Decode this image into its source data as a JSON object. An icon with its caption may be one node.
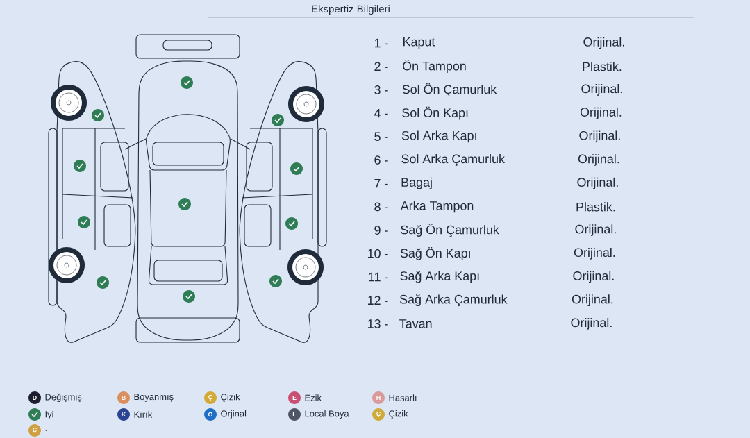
{
  "diagram": {
    "title": "Ekspertiz Bilgileri",
    "labels": [
      "1 -",
      "Kaput",
      "Orijinal.",
      "2 -",
      "Ön Tampon",
      "Plastik.",
      "3 -",
      "Sol Ön Çamurluk",
      "Orijinal.",
      "4 -",
      "Sol Ön Kapı",
      "Orijinal.",
      "5 -",
      "Sol Arka Kapı",
      "Orijinal.",
      "6 -",
      "Sol Arka Çamurluk",
      "Orijinal.",
      "7 -",
      "Bagaj",
      "Orijinal.",
      "8 -",
      "Arka Tampon",
      "Plastik.",
      "9 -",
      "Sağ Ön Çamurluk",
      "Orijinal.",
      "10 -",
      "Sağ Ön Kapı",
      "Orijinal.",
      "11 -",
      "Sağ Arka Kapı",
      "Orijinal.",
      "12 -",
      "Sağ Arka Çamurluk",
      "Orijinal.",
      "13 -",
      "Tavan",
      "Orijinal.",
      "D",
      "B",
      "Ç",
      "E",
      "H",
      "K",
      "O",
      "L",
      "Ç",
      "Ç"
    ],
    "legend": [
      {
        "text": "Değişmiş",
        "color": "#1b1e2e"
      },
      {
        "text": "Boyanmış",
        "color": "#d9905e"
      },
      {
        "text": "Çizik",
        "color": "#d4a938"
      },
      {
        "text": "Ezik",
        "color": "#c95072"
      },
      {
        "text": "Hasarlı",
        "color": "#d89a9a"
      },
      {
        "text": "İyi",
        "color": "#2f7d55"
      },
      {
        "text": "Kırık",
        "color": "#2c4592"
      },
      {
        "text": "Orjinal",
        "color": "#1f6fc5"
      },
      {
        "text": "Local Boya",
        "color": "#4f5566"
      },
      {
        "text": "Çizik",
        "color": "#cfaa3a"
      },
      {
        "text": ".",
        "color": "#d0a040"
      }
    ]
  }
}
